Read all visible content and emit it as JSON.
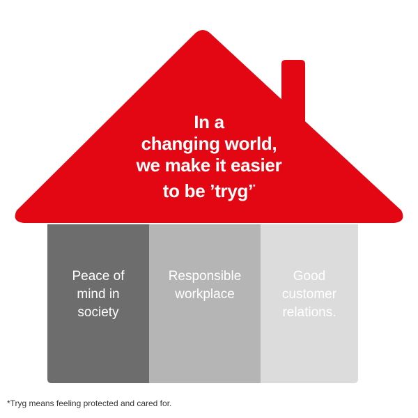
{
  "colors": {
    "roof": "#e30613",
    "pillar_1": "#6d6d6d",
    "pillar_2": "#b5b5b5",
    "pillar_3": "#dcdcdc",
    "text_on_color": "#ffffff",
    "footnote": "#333333"
  },
  "roof": {
    "lines": [
      "In a",
      "changing world,",
      "we make it easier",
      "to be ’tryg’"
    ],
    "footnote_marker": "*"
  },
  "pillars": [
    {
      "lines": [
        "Peace of",
        "mind in",
        "society"
      ]
    },
    {
      "lines": [
        "Responsible",
        "workplace"
      ]
    },
    {
      "lines": [
        "Good",
        "customer",
        "relations."
      ]
    }
  ],
  "footnote": "*Tryg means feeling protected and cared for."
}
